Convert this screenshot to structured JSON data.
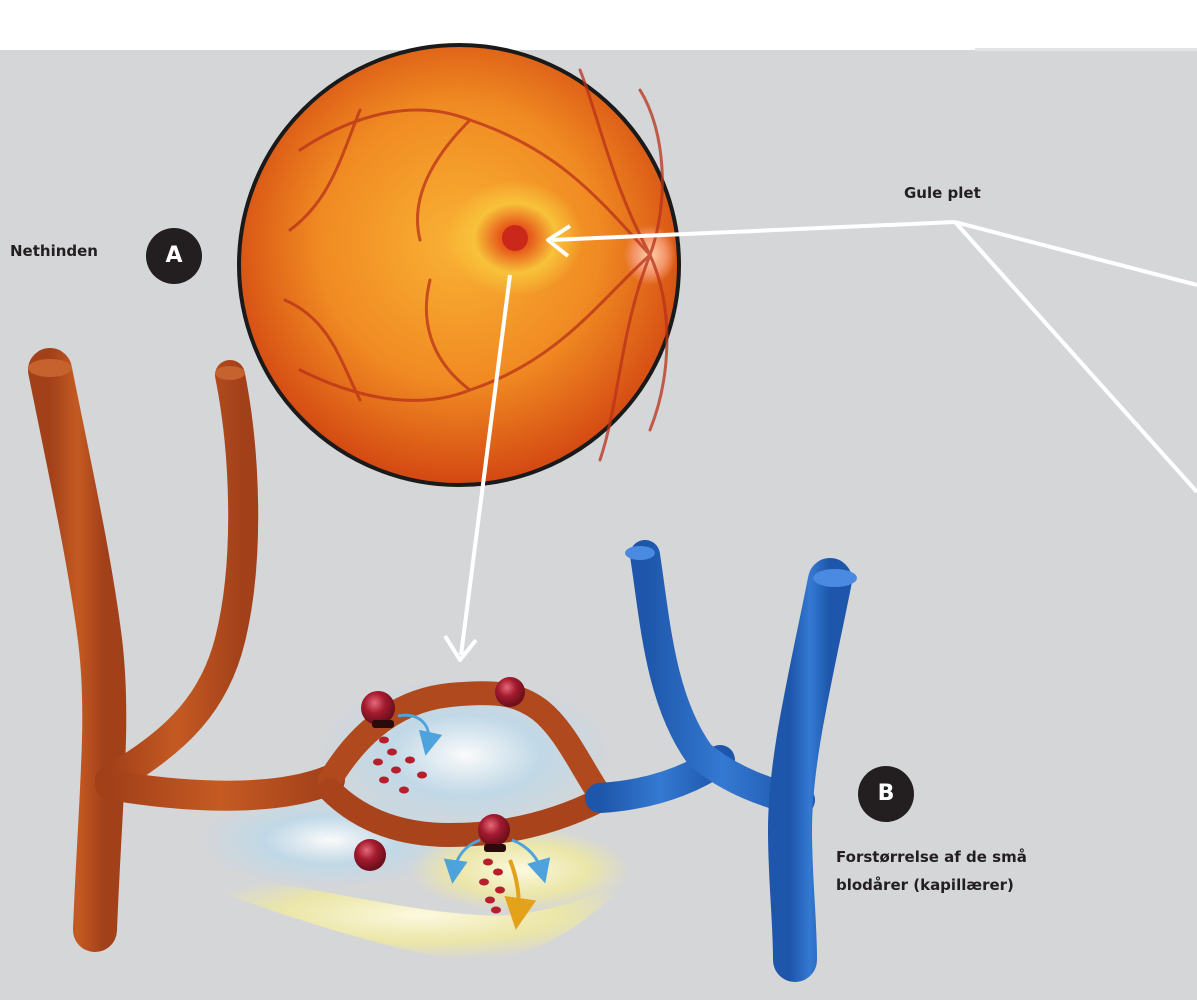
{
  "labels": {
    "retina": "Nethinden",
    "macula": "Gule plet",
    "capillaries_line1": "Forstørrelse af de små",
    "capillaries_line2": "blodårer (kapillærer)"
  },
  "badges": {
    "a": "A",
    "b": "B"
  },
  "colors": {
    "background": "#d5d6d8",
    "retina_outer": "#e25a16",
    "retina_inner": "#f49a2a",
    "retina_rim": "#1a1a1a",
    "artery": "#b84a1c",
    "vein": "#2566c0",
    "aneurysm": "#9c1a2a",
    "leak_fluid": "#bcd9ea",
    "exudate": "#efe9a0",
    "flow_arrow": "#4fa3dc",
    "exudate_arrow": "#e3a21a",
    "pointer": "#ffffff",
    "badge": "#231f20"
  }
}
